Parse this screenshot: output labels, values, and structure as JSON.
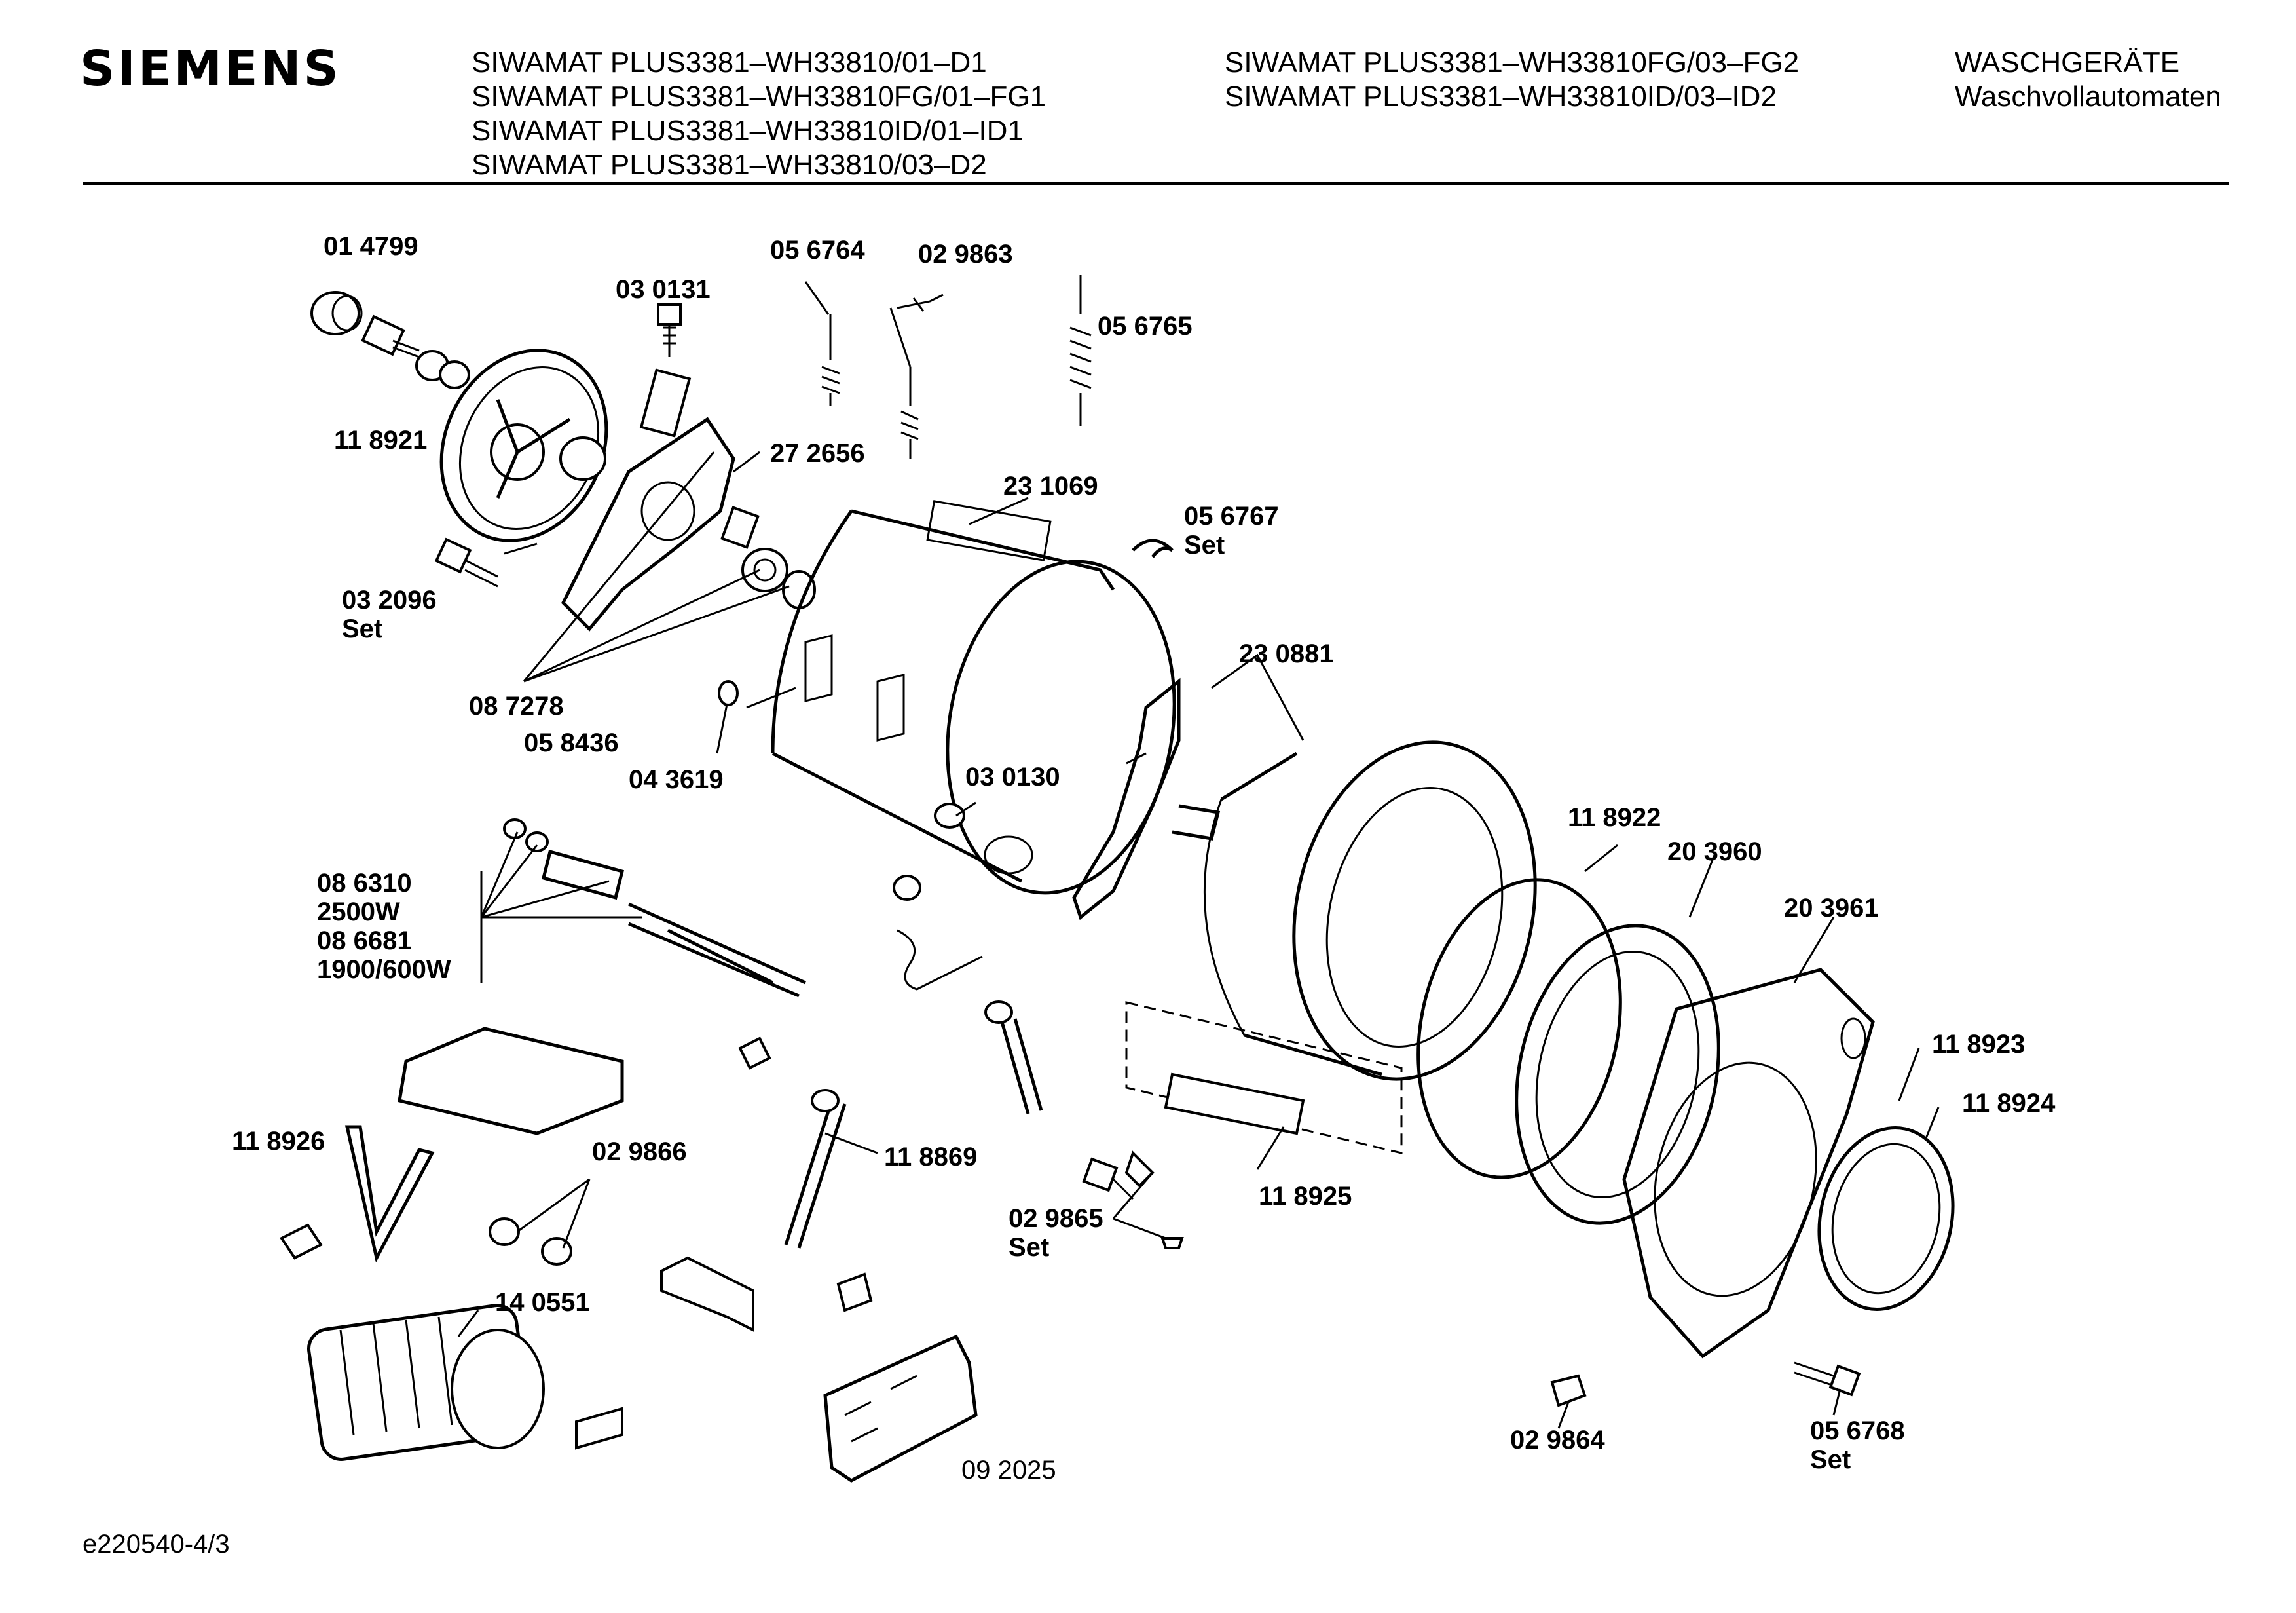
{
  "header": {
    "brand": "SIEMENS",
    "models_col1": [
      "SIWAMAT PLUS3381–WH33810/01–D1",
      "SIWAMAT PLUS3381–WH33810FG/01–FG1",
      "SIWAMAT PLUS3381–WH33810ID/01–ID1",
      "SIWAMAT PLUS3381–WH33810/03–D2"
    ],
    "models_col2": [
      "SIWAMAT PLUS3381–WH33810FG/03–FG2",
      "SIWAMAT PLUS3381–WH33810ID/03–ID2"
    ],
    "category": [
      "WASCHGERÄTE",
      "Waschvollautomaten"
    ]
  },
  "parts": {
    "p014799": "01 4799",
    "p030131": "03 0131",
    "p056764": "05 6764",
    "p029863": "02 9863",
    "p056765": "05 6765",
    "p118921": "11 8921",
    "p272656": "27 2656",
    "p231069": "23 1069",
    "p056767": [
      "05 6767",
      "Set"
    ],
    "p032096": [
      "03 2096",
      "Set"
    ],
    "p087278": "08 7278",
    "p058436": "05 8436",
    "p043619": "04 3619",
    "p230881": "23 0881",
    "p030130": "03 0130",
    "p118922": "11 8922",
    "p203960": "20 3960",
    "p203961": "20 3961",
    "p086310": [
      "08 6310",
      "2500W",
      "08 6681",
      "1900/600W"
    ],
    "p118923": "11 8923",
    "p118924": "11 8924",
    "p118926": "11 8926",
    "p029866": "02 9866",
    "p118869": "11 8869",
    "p029865": [
      "02 9865",
      "Set"
    ],
    "p118925": "11 8925",
    "p140551": "14 0551",
    "p029864": "02 9864",
    "p056768": [
      "05 6768",
      "Set"
    ]
  },
  "sub_id": "09 2025",
  "doc_id": "e220540-4/3"
}
